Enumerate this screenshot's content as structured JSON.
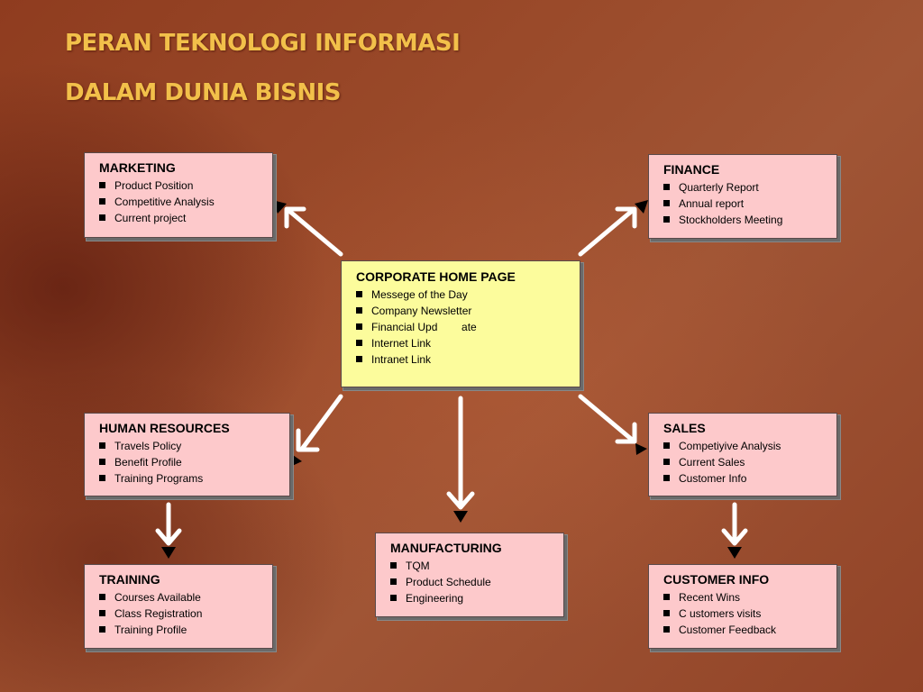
{
  "title": {
    "line1": "PERAN TEKNOLOGI INFORMASI",
    "line2": "DALAM DUNIA BISNIS"
  },
  "center": {
    "heading": "CORPORATE HOME PAGE",
    "items": [
      "Messege of the Day",
      "Company Newsletter",
      "Financial Upd        ate",
      "Internet Link",
      "Intranet Link"
    ]
  },
  "marketing": {
    "heading": "MARKETING",
    "items": [
      "Product Position",
      "Competitive Analysis",
      "Current project"
    ]
  },
  "finance": {
    "heading": "FINANCE",
    "items": [
      "Quarterly Report",
      "Annual report",
      "Stockholders Meeting"
    ]
  },
  "human_resources": {
    "heading": "HUMAN RESOURCES",
    "items": [
      "Travels Policy",
      "Benefit Profile",
      "Training Programs"
    ]
  },
  "sales": {
    "heading": "SALES",
    "items": [
      "Competiyive Analysis",
      "Current Sales",
      "Customer Info"
    ]
  },
  "manufacturing": {
    "heading": "MANUFACTURING",
    "items": [
      "TQM",
      "Product Schedule",
      "Engineering"
    ]
  },
  "training": {
    "heading": "TRAINING",
    "items": [
      "Courses Available",
      "Class Registration",
      "Training Profile"
    ]
  },
  "customer_info": {
    "heading": "CUSTOMER INFO",
    "items": [
      "Recent Wins",
      "C ustomers visits",
      "Customer Feedback"
    ]
  },
  "colors": {
    "title": "#f2c04a",
    "box_pink": "#fdc9cb",
    "box_yellow": "#fcfc9c",
    "arrow": "#ffffff",
    "arrowhead": "#000000"
  }
}
